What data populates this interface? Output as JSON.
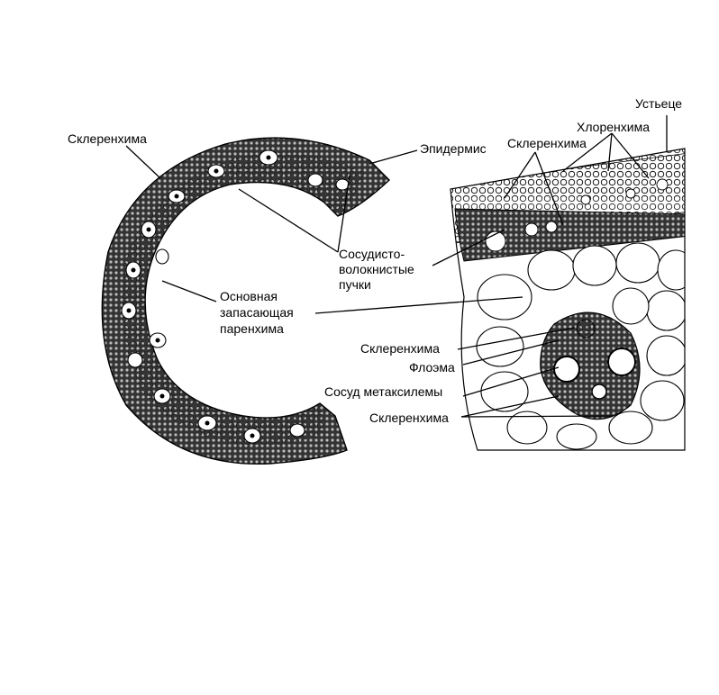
{
  "labels": {
    "sclerenchyma_left": "Склеренхима",
    "epidermis": "Эпидермис",
    "sclerenchyma_top": "Склеренхима",
    "chlorenchyma": "Хлоренхима",
    "stoma": "Устьеце",
    "bundles_1": "Сосудисто-",
    "bundles_2": "волокнистые",
    "bundles_3": "пучки",
    "ground_1": "Основная",
    "ground_2": "запасающая",
    "ground_3": "паренхима",
    "sclerenchyma_mid": "Склеренхима",
    "phloem": "Флоэма",
    "metaxylem": "Сосуд метаксилемы",
    "sclerenchyma_low": "Склеренхима"
  },
  "icons": [
    "stem-cross-section-figure",
    "tissue-detail-figure"
  ]
}
